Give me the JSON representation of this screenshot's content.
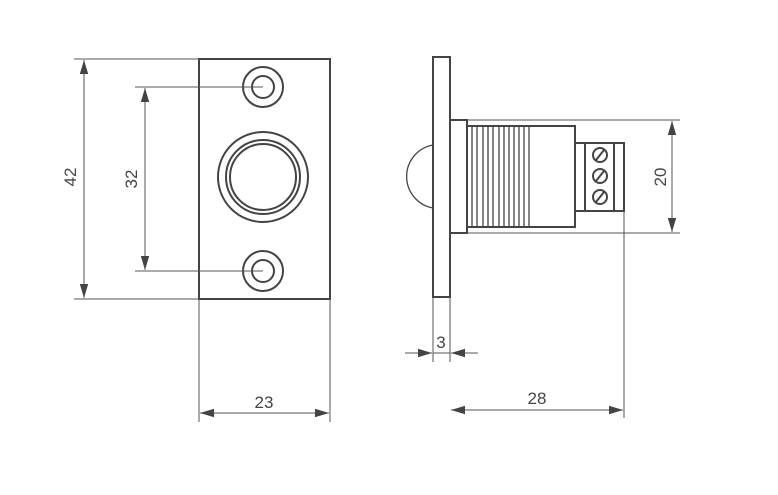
{
  "dimensions": {
    "height_overall": "42",
    "hole_spacing": "32",
    "width": "23",
    "plate_thickness": "3",
    "depth": "28",
    "body_diameter": "20"
  }
}
